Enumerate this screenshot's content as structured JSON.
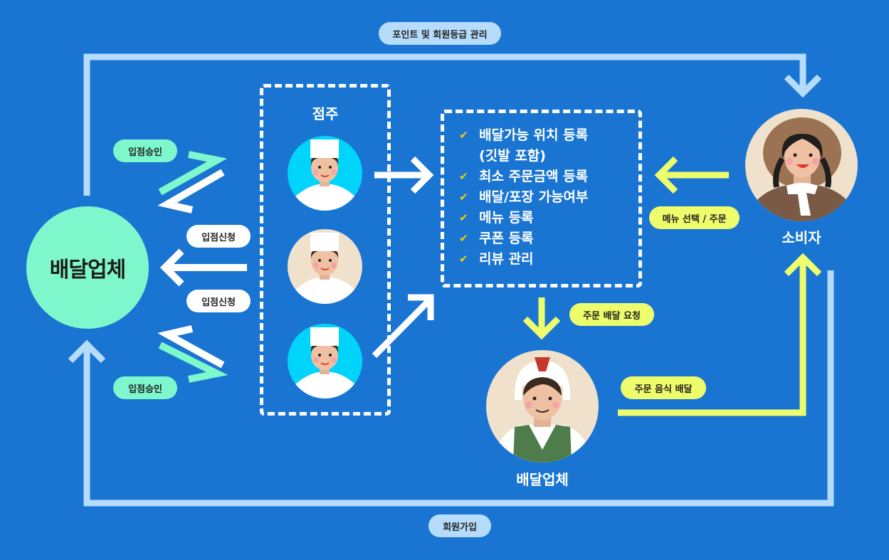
{
  "colors": {
    "background": "#1a75d2",
    "light_blue": "#b5dcfb",
    "mint": "#7ff7cd",
    "yellow": "#eefd6b",
    "white": "#ffffff",
    "check": "#f5d000"
  },
  "flows": {
    "top": "포인트 및 회원등급 관리",
    "bottom": "회원가입",
    "approve_top": "입점승인",
    "apply_top": "입점신청",
    "apply_bottom": "입점신청",
    "approve_bottom": "입점승인",
    "menu_order": "메뉴 선택 / 주문",
    "delivery_request": "주문 배달 요청",
    "food_delivery": "주문 음식 배달"
  },
  "nodes": {
    "platform": "배달업체",
    "owners_title": "점주",
    "consumer": "소비자",
    "courier": "배달업체"
  },
  "owner_features": [
    {
      "icon": "check-icon",
      "text": "배달가능 위치 등록\n(깃발 포함)"
    },
    {
      "icon": "check-icon",
      "text": "최소 주문금액 등록"
    },
    {
      "icon": "check-icon",
      "text": "배달/포장 가능여부"
    },
    {
      "icon": "check-icon",
      "text": "메뉴 등록"
    },
    {
      "icon": "check-icon",
      "text": "쿠폰 등록"
    },
    {
      "icon": "check-icon",
      "text": "리뷰 관리"
    }
  ]
}
